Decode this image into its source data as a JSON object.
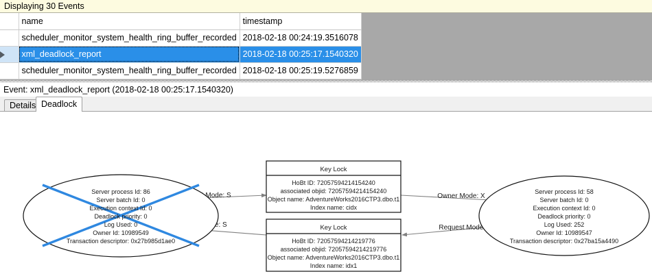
{
  "banner": {
    "text": "Displaying 30 Events"
  },
  "grid": {
    "columns": [
      "",
      "name",
      "timestamp"
    ],
    "rows": [
      {
        "selector": "",
        "name": "scheduler_monitor_system_health_ring_buffer_recorded",
        "timestamp": "2018-02-18 00:24:19.3516078",
        "selected": false
      },
      {
        "selector": "row-arrow-icon",
        "name": "xml_deadlock_report",
        "timestamp": "2018-02-18 00:25:17.1540320",
        "selected": true
      },
      {
        "selector": "",
        "name": "scheduler_monitor_system_health_ring_buffer_recorded",
        "timestamp": "2018-02-18 00:25:19.5276859",
        "selected": false
      }
    ]
  },
  "event_header": {
    "text": "Event: xml_deadlock_report (2018-02-18 00:25:17.1540320)"
  },
  "tabs": [
    {
      "label": "Details",
      "active": false
    },
    {
      "label": "Deadlock",
      "active": true
    }
  ],
  "deadlock": {
    "victim_marker_color": "#2f88e0",
    "processes": [
      {
        "id": "left-process",
        "victim": true,
        "lines": [
          "Server process Id: 86",
          "Server batch Id: 0",
          "Execution context Id: 0",
          "Deadlock priority: 0",
          "Log Used: 0",
          "Owner Id: 10989549",
          "Transaction descriptor: 0x27b985d1ae0"
        ]
      },
      {
        "id": "right-process",
        "victim": false,
        "lines": [
          "Server process Id: 58",
          "Server batch Id: 0",
          "Execution context Id: 0",
          "Deadlock priority: 0",
          "Log Used: 252",
          "Owner Id: 10989547",
          "Transaction descriptor: 0x27ba15a4490"
        ]
      }
    ],
    "resources": [
      {
        "id": "top-key-lock",
        "title": "Key Lock",
        "lines": [
          "HoBt ID: 72057594214154240",
          "associated objid: 72057594214154240",
          "Object name: AdventureWorks2016CTP3.dbo.t1",
          "Index name: cidx"
        ]
      },
      {
        "id": "bottom-key-lock",
        "title": "Key Lock",
        "lines": [
          "HoBt ID: 72057594214219776",
          "associated objid: 72057594214219776",
          "Object name: AdventureWorks2016CTP3.dbo.t1",
          "Index name: idx1"
        ]
      }
    ],
    "edges": [
      {
        "id": "edge-left-request",
        "label": "Request Mode: S"
      },
      {
        "id": "edge-left-owner",
        "label": "Owner Mode: S"
      },
      {
        "id": "edge-right-owner",
        "label": "Owner Mode: X"
      },
      {
        "id": "edge-right-request",
        "label": "Request Mode: X"
      }
    ]
  }
}
